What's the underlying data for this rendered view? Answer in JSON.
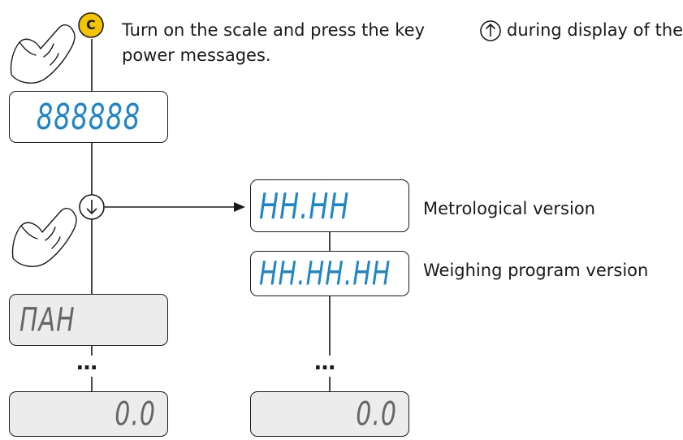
{
  "key_label": "C",
  "instruction": {
    "line1_before": "Turn on the scale and press the key",
    "line1_after": "during display of the",
    "line2": "power messages."
  },
  "displays": {
    "power_test": "888888",
    "metrological": "HH.HH",
    "program": "HH.HH.HH",
    "left_status": "ПАН",
    "left_final": "0.0",
    "right_final": "0.0"
  },
  "labels": {
    "metrological": "Metrological version",
    "program": "Weighing program version"
  },
  "ellipsis": "…",
  "colors": {
    "lcd_active": "#1e86c8",
    "lcd_inactive": "#666666",
    "key_badge": "#f5c400",
    "line": "#1a1a1a"
  }
}
